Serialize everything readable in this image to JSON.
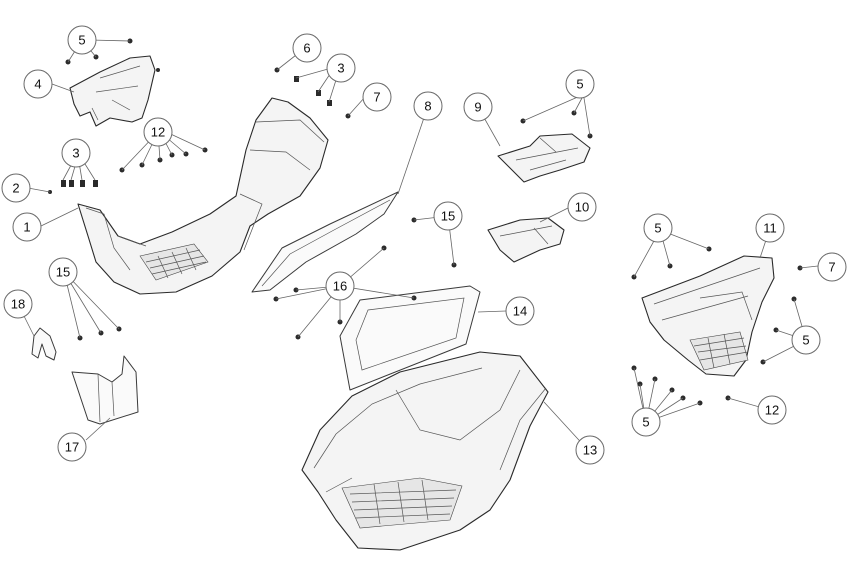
{
  "diagram": {
    "callouts": [
      {
        "id": "c5a",
        "label": "5"
      },
      {
        "id": "c6",
        "label": "6"
      },
      {
        "id": "c3a",
        "label": "3"
      },
      {
        "id": "c4",
        "label": "4"
      },
      {
        "id": "c7a",
        "label": "7"
      },
      {
        "id": "c8",
        "label": "8"
      },
      {
        "id": "c9",
        "label": "9"
      },
      {
        "id": "c5b",
        "label": "5"
      },
      {
        "id": "c12a",
        "label": "12"
      },
      {
        "id": "c3b",
        "label": "3"
      },
      {
        "id": "c2",
        "label": "2"
      },
      {
        "id": "c1",
        "label": "1"
      },
      {
        "id": "c15a",
        "label": "15"
      },
      {
        "id": "c10",
        "label": "10"
      },
      {
        "id": "c5c",
        "label": "5"
      },
      {
        "id": "c11",
        "label": "11"
      },
      {
        "id": "c7b",
        "label": "7"
      },
      {
        "id": "c16",
        "label": "16"
      },
      {
        "id": "c15b",
        "label": "15"
      },
      {
        "id": "c18",
        "label": "18"
      },
      {
        "id": "c14",
        "label": "14"
      },
      {
        "id": "c5d",
        "label": "5"
      },
      {
        "id": "c12b",
        "label": "12"
      },
      {
        "id": "c5e",
        "label": "5"
      },
      {
        "id": "c17",
        "label": "17"
      },
      {
        "id": "c13",
        "label": "13"
      }
    ]
  }
}
